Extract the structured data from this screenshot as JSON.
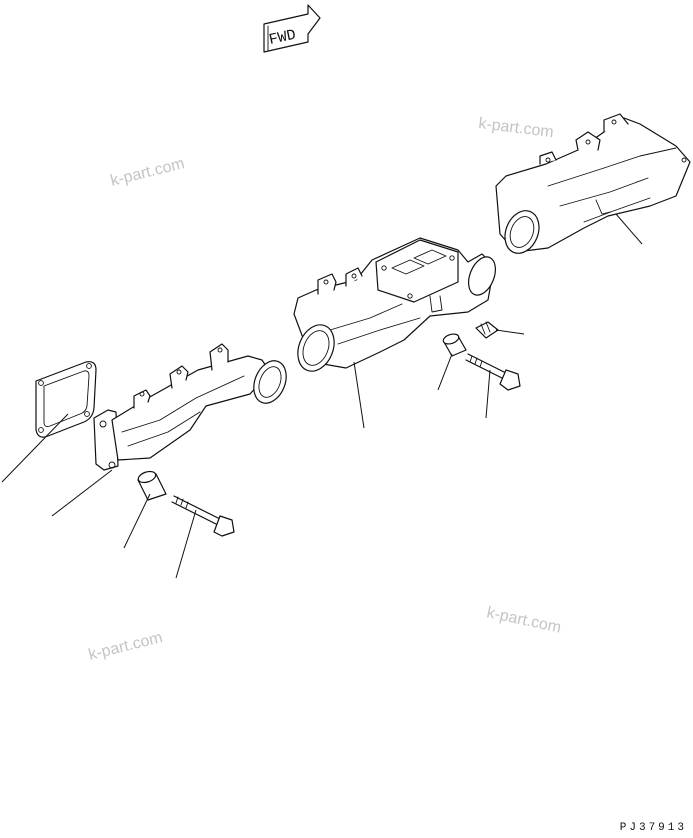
{
  "fwd_label": "FWD",
  "watermarks": [
    "k-part.com",
    "k-part.com",
    "k-part.com",
    "k-part.com"
  ],
  "drawing_code": "PJ37913",
  "colors": {
    "ink": "#111111",
    "watermark": "#c4c4c4",
    "background": "#ffffff"
  }
}
